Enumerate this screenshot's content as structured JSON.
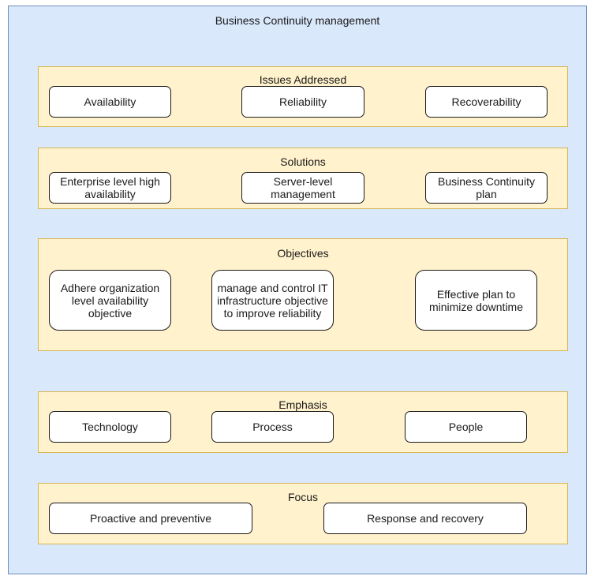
{
  "diagram": {
    "title": "Business Continuity management",
    "sections": [
      {
        "title": "Issues Addressed",
        "items": [
          "Availability",
          "Reliability",
          "Recoverability"
        ]
      },
      {
        "title": "Solutions",
        "items": [
          "Enterprise level high availability",
          "Server-level management",
          "Business Continuity plan"
        ]
      },
      {
        "title": "Objectives",
        "items": [
          "Adhere organization level availability objective",
          "manage and control IT infrastructure objective to improve reliability",
          "Effective plan to minimize downtime"
        ]
      },
      {
        "title": "Emphasis",
        "items": [
          "Technology",
          "Process",
          "People"
        ]
      },
      {
        "title": "Focus",
        "items": [
          "Proactive and preventive",
          "Response and recovery"
        ]
      }
    ]
  },
  "colors": {
    "container_fill": "#dae8fc",
    "container_border": "#6c8ebf",
    "section_fill": "#fff2cc",
    "section_border": "#d6b656",
    "box_fill": "#ffffff",
    "box_border": "#1a1a1a"
  }
}
